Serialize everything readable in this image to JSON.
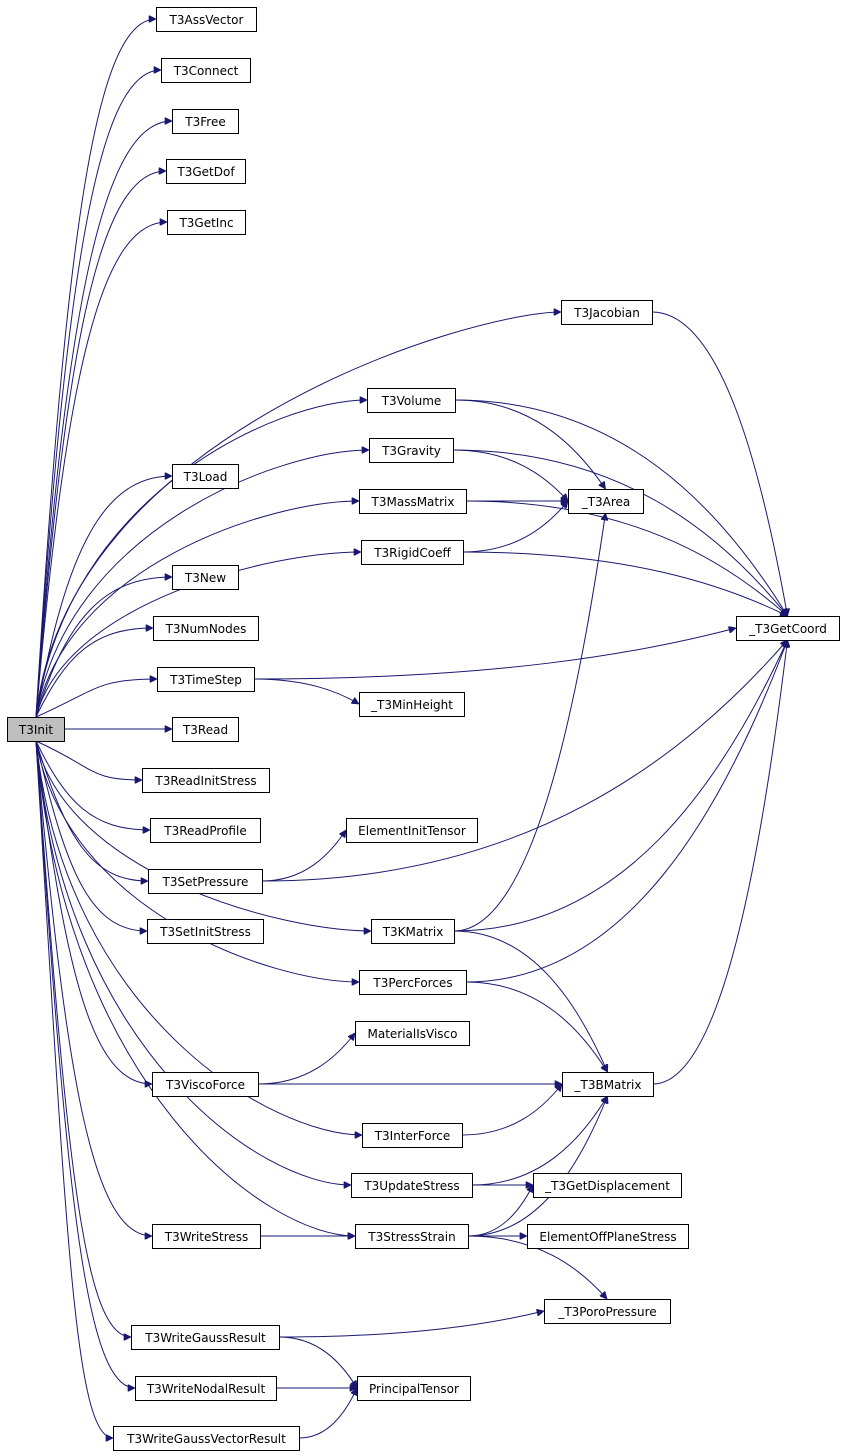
{
  "graph": {
    "edge_color": "#191970",
    "root_fill": "#bfbfbf",
    "nodes": {
      "root": "T3Init",
      "assvector": "T3AssVector",
      "connect": "T3Connect",
      "free": "T3Free",
      "getdof": "T3GetDof",
      "getinc": "T3GetInc",
      "jacobian": "T3Jacobian",
      "volume": "T3Volume",
      "gravity": "T3Gravity",
      "load": "T3Load",
      "massmatrix": "T3MassMatrix",
      "area": "_T3Area",
      "rigidcoeff": "T3RigidCoeff",
      "new": "T3New",
      "numnodes": "T3NumNodes",
      "getcoord": "_T3GetCoord",
      "timestep": "T3TimeStep",
      "minheight": "_T3MinHeight",
      "read": "T3Read",
      "readinitstress": "T3ReadInitStress",
      "readprofile": "T3ReadProfile",
      "elementinittensor": "ElementInitTensor",
      "setpressure": "T3SetPressure",
      "setinitstress": "T3SetInitStress",
      "kmatrix": "T3KMatrix",
      "percforces": "T3PercForces",
      "materialisvisco": "MaterialIsVisco",
      "viscoforce": "T3ViscoForce",
      "bmatrix": "_T3BMatrix",
      "interforce": "T3InterForce",
      "updatestress": "T3UpdateStress",
      "getdisplacement": "_T3GetDisplacement",
      "writestress": "T3WriteStress",
      "stressstrain": "T3StressStrain",
      "offplanestress": "ElementOffPlaneStress",
      "poropressure": "_T3PoroPressure",
      "writegaussresult": "T3WriteGaussResult",
      "principaltensor": "PrincipalTensor",
      "writenodalresult": "T3WriteNodalResult",
      "writegaussvectorresult": "T3WriteGaussVectorResult"
    }
  }
}
